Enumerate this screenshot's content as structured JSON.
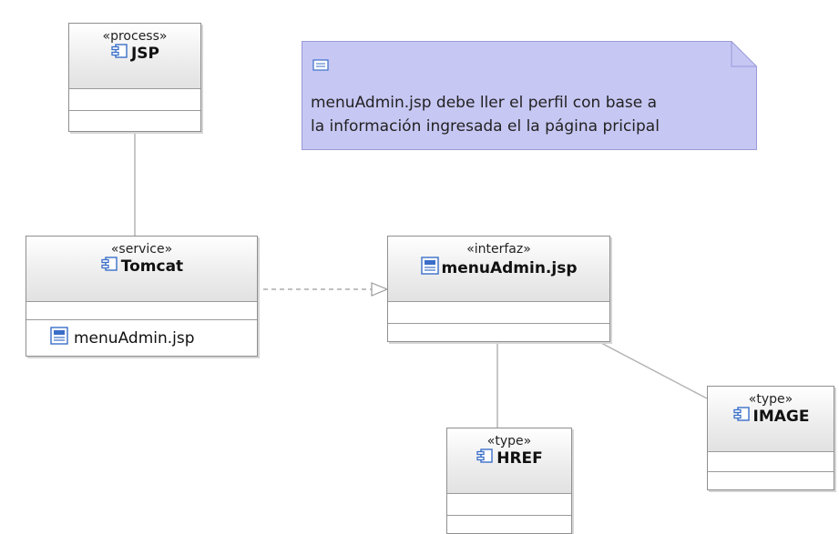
{
  "note": {
    "text_line1": "menuAdmin.jsp debe ller el perfil con base a",
    "text_line2": "la información ingresada el la página pricipal",
    "fill": "#c7c7f4",
    "border": "#9a9ad8"
  },
  "classes": {
    "jsp": {
      "stereotype": "«process»",
      "name": "JSP"
    },
    "tomcat": {
      "stereotype": "«service»",
      "name": "Tomcat",
      "attribute": "menuAdmin.jsp"
    },
    "menu_admin": {
      "stereotype": "«interfaz»",
      "name": "menuAdmin.jsp"
    },
    "href": {
      "stereotype": "«type»",
      "name": "HREF"
    },
    "image": {
      "stereotype": "«type»",
      "name": "IMAGE"
    }
  },
  "colors": {
    "line": "#b4b4b4",
    "dashed": "#9a9a9a",
    "icon_blue": "#3a6ec8"
  },
  "icons": {
    "component": "component-icon",
    "interface": "interface-icon",
    "note": "note-icon"
  }
}
